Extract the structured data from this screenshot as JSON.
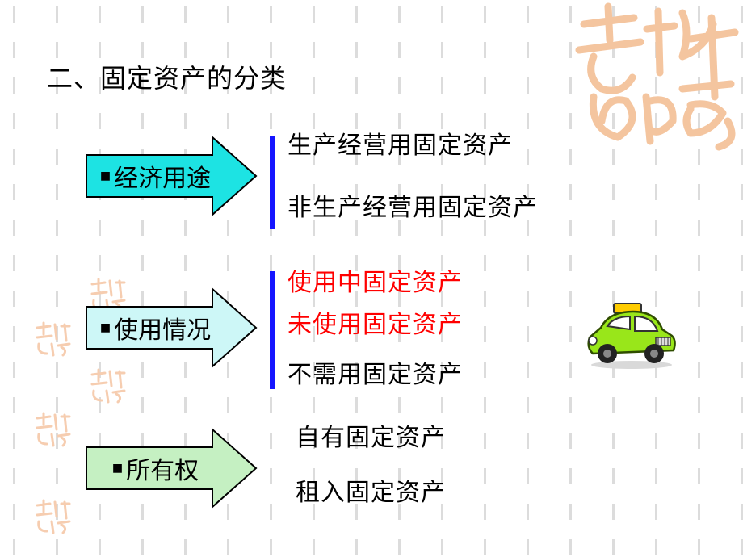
{
  "title": "二、固定资产的分类",
  "bullet_glyph": "■",
  "categories": [
    {
      "label": "经济用途",
      "arrow_color": "#1de3e3",
      "items": [
        {
          "text": "生产经营用固定资产",
          "color": "#000000"
        },
        {
          "text": "非生产经营用固定资产",
          "color": "#000000"
        }
      ]
    },
    {
      "label": "使用情况",
      "arrow_color": "#cdf7f7",
      "items": [
        {
          "text": "使用中固定资产",
          "color": "#ff0000"
        },
        {
          "text": "未使用固定资产",
          "color": "#ff0000"
        },
        {
          "text": "不需用固定资产",
          "color": "#000000"
        }
      ]
    },
    {
      "label": "所有权",
      "arrow_color": "#c5f0c2",
      "items": [
        {
          "text": "自有固定资产",
          "color": "#000000"
        },
        {
          "text": "租入固定资产",
          "color": "#000000"
        }
      ]
    }
  ],
  "decorations": {
    "seal_icon": "jixiang-ruyi-seal",
    "seal_color": "#f4c59f",
    "clip_art_icon": "taxi-icon"
  }
}
